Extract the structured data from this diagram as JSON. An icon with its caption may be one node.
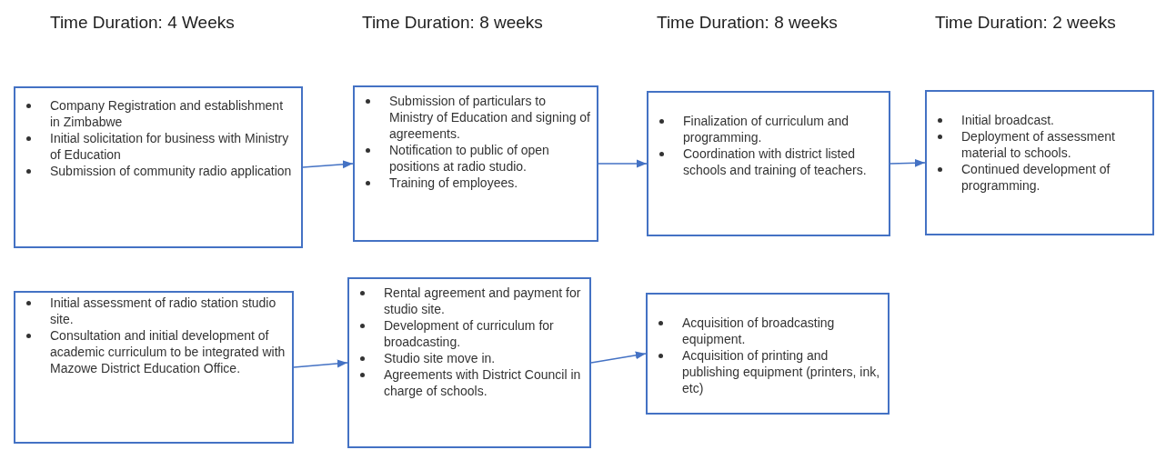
{
  "diagram": {
    "nodes": [
      {
        "text": [
          "Company Registration and establishment in Zimbabwe",
          "Initial solicitation for business with Ministry of Education",
          "Submission of community radio application"
        ]
      },
      {
        "text": [
          "Submission of particulars to Ministry of Education and signing of agreements.",
          "Notification to public of open positions at radio studio.",
          "Training of employees."
        ]
      },
      {
        "text": [
          "Finalization of curriculum and programming.",
          "Coordination with district listed schools and training of teachers."
        ]
      },
      {
        "text": [
          "Initial broadcast.",
          "Deployment of assessment material to schools.",
          "Continued development of programming."
        ]
      },
      {
        "text": [
          "Initial assessment of radio station studio site.",
          "Consultation and initial development of academic curriculum to be integrated with Mazowe District Education Office."
        ]
      },
      {
        "text": [
          "Rental agreement and payment for studio site.",
          "Development of curriculum for broadcasting.",
          "Studio site move in.",
          "Agreements with District Council in charge of schools."
        ]
      },
      {
        "text": [
          "Acquisition of broadcasting equipment.",
          "Acquisition of printing and publishing equipment (printers, ink, etc)"
        ]
      }
    ],
    "edges": [
      {
        "from": 0,
        "to": 1,
        "arrow": "to"
      },
      {
        "from": 1,
        "to": 2,
        "arrow": "to"
      },
      {
        "from": 2,
        "to": 3,
        "arrow": "to"
      },
      {
        "from": 4,
        "to": 5,
        "arrow": "to"
      },
      {
        "from": 5,
        "to": 6,
        "arrow": "to"
      }
    ],
    "labels": [
      "Time Duration: 4 Weeks",
      "Time Duration: 8 weeks",
      "Time Duration: 8 weeks",
      "Time Duration: 2 weeks"
    ]
  }
}
